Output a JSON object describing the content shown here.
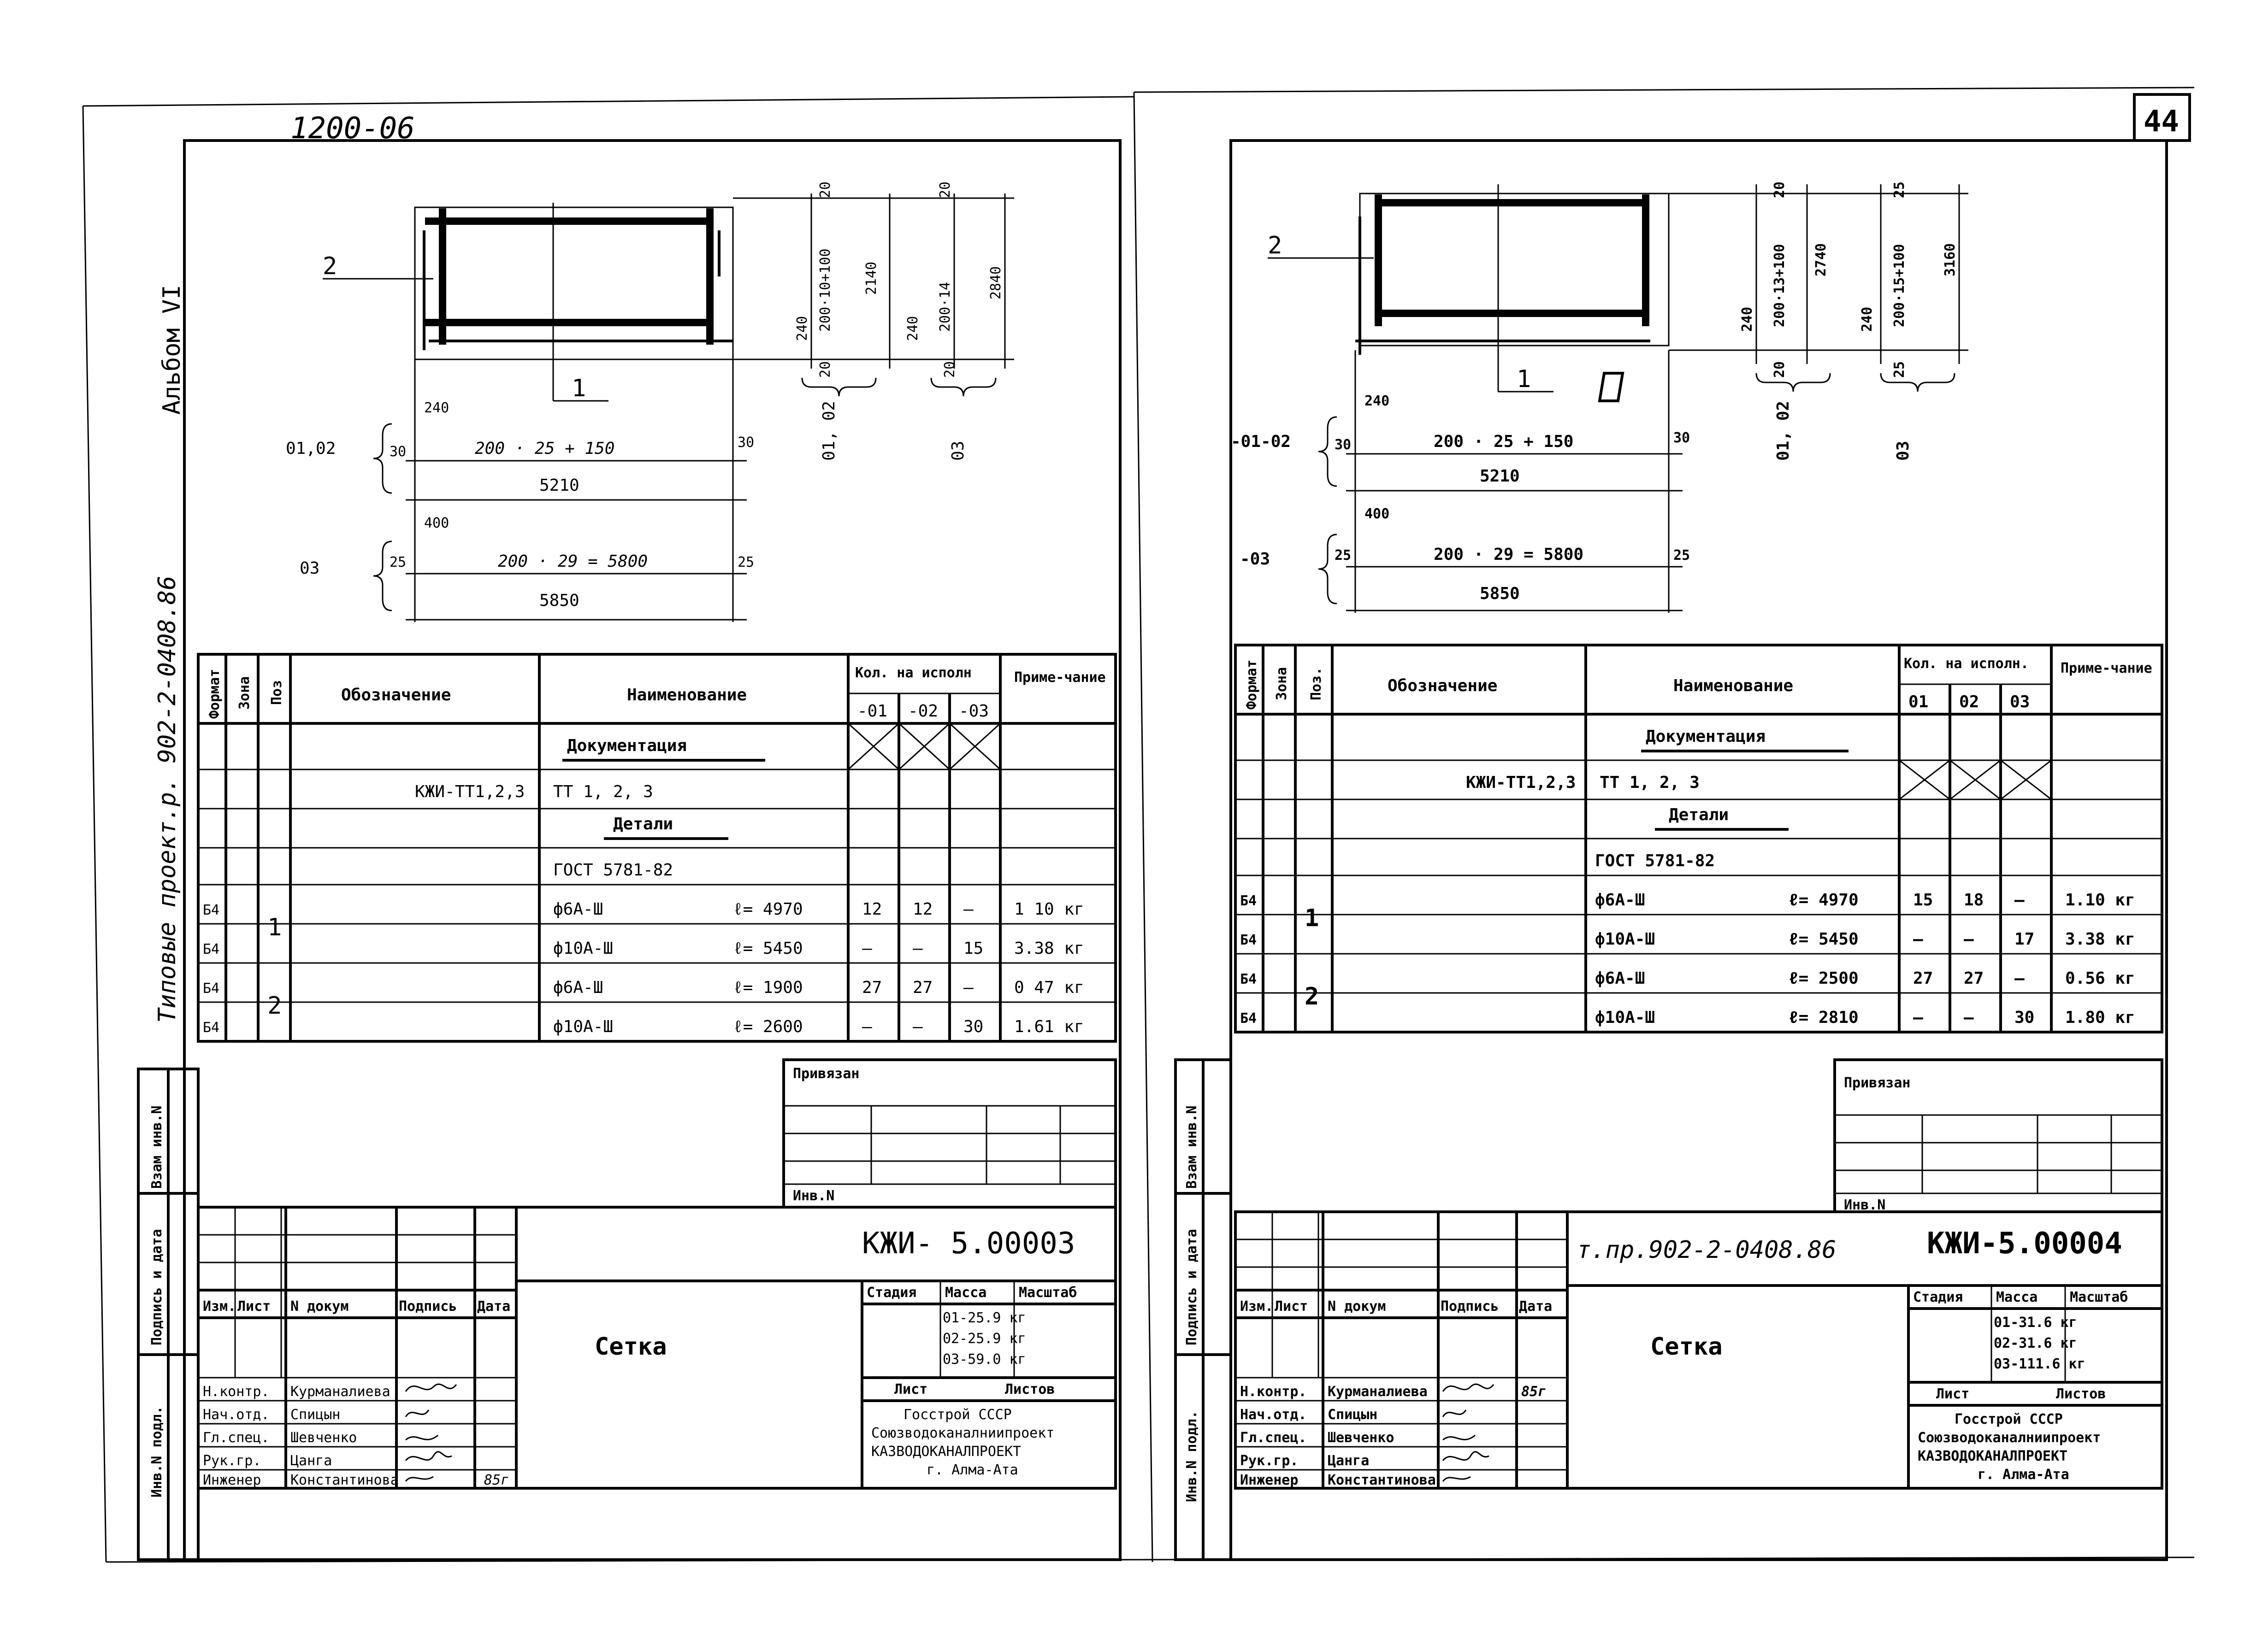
{
  "page_label_top": "1200-06",
  "page_number": "44",
  "left_sheet": {
    "album_label": "Альбом VI",
    "series_label": "Типовые проект.р. 902-2-0408.86",
    "drawing": {
      "pos2": "2",
      "pos1": "1",
      "dim_20a": "20",
      "dim_20b": "20",
      "dim_240a": "240",
      "dim_200_10_100": "200·10+100",
      "dim_2140": "2140",
      "dim_240b": "240",
      "dim_200_14": "200·14",
      "dim_2840": "2840",
      "dim_20c": "20",
      "dim_20d": "20",
      "mark_0102": "01, 02",
      "mark_03": "03",
      "dim_240c": "240",
      "label_0102": "01,02",
      "dim_30a": "30",
      "dim_row1": "200 · 25 + 150",
      "dim_30b": "30",
      "dim_5210": "5210",
      "dim_400": "400",
      "label_03": "03",
      "dim_25a": "25",
      "dim_row2": "200 · 29 = 5800",
      "dim_25b": "25",
      "dim_5850": "5850"
    },
    "spec": {
      "col_format": "Формат",
      "col_zone": "Зона",
      "col_pos": "Поз",
      "col_designation": "Обозначение",
      "col_name": "Наименование",
      "col_qty": "Кол. на исполн",
      "col_note": "Приме-чание",
      "qty_cols": [
        "-01",
        "-02",
        "-03"
      ],
      "heading_docs": "Документация",
      "doc_code": "КЖИ-ТТ1,2,3",
      "doc_name": "ТТ 1, 2, 3",
      "heading_parts": "Детали",
      "gost": "ГОСТ 5781-82",
      "rows": [
        {
          "format": "Б4",
          "pos": "1",
          "name": "ф6А-Ш",
          "len": "ℓ= 4970",
          "q1": "12",
          "q2": "12",
          "q3": "—",
          "note": "1 10 кг"
        },
        {
          "format": "Б4",
          "pos": "",
          "name": "ф10А-Ш",
          "len": "ℓ= 5450",
          "q1": "—",
          "q2": "—",
          "q3": "15",
          "note": "3.38 кг"
        },
        {
          "format": "Б4",
          "pos": "2",
          "name": "ф6А-Ш",
          "len": "ℓ= 1900",
          "q1": "27",
          "q2": "27",
          "q3": "—",
          "note": "0 47 кг"
        },
        {
          "format": "Б4",
          "pos": "",
          "name": "ф10А-Ш",
          "len": "ℓ= 2600",
          "q1": "—",
          "q2": "—",
          "q3": "30",
          "note": "1.61 кг"
        }
      ]
    },
    "bound": {
      "label": "Привязан",
      "inv_label": "Инв.N"
    },
    "side": {
      "inv_vzam": "Взам инв.N",
      "inv_podl_sig": "Подпись и дата",
      "inv_podl": "Инв.N подл."
    },
    "title_block": {
      "code": "КЖИ- 5.00003",
      "title": "Сетка",
      "cols": [
        "Изм.",
        "Лист",
        "N докум",
        "Подпись",
        "Дата"
      ],
      "stage": "Стадия",
      "mass": "Масса",
      "scale": "Масштаб",
      "mass_values": [
        "01-25.9 кг",
        "02-25.9 кг",
        "03-59.0 кг"
      ],
      "sheet": "Лист",
      "sheets": "Листов",
      "org1": "Госстрой СССР",
      "org2": "Союзводоканалниипроект",
      "org3": "КАЗВОДОКАНАЛПРОЕКТ",
      "org4": "г. Алма-Ата",
      "roles": [
        {
          "role": "Н.контр.",
          "name": "Курманалиева"
        },
        {
          "role": "Нач.отд.",
          "name": "Спицын"
        },
        {
          "role": "Гл.спец.",
          "name": "Шевченко"
        },
        {
          "role": "Рук.гр.",
          "name": "Цанга"
        },
        {
          "role": "Инженер",
          "name": "Константинова"
        }
      ],
      "date": "85г"
    }
  },
  "right_sheet": {
    "drawing": {
      "pos2": "2",
      "pos1": "1",
      "dim_20a": "20",
      "dim_25a": "25",
      "dim_240a": "240",
      "dim_200_13_100": "200·13+100",
      "dim_2740": "2740",
      "dim_240b": "240",
      "dim_200_15_100": "200·15+100",
      "dim_3160": "3160",
      "dim_20b": "20",
      "dim_25b": "25",
      "mark_0102": "01, 02",
      "mark_03": "03",
      "dim_240c": "240",
      "label_0102": "-01-02",
      "dim_30a": "30",
      "dim_row1": "200 · 25 + 150",
      "dim_30b": "30",
      "dim_5210": "5210",
      "dim_400": "400",
      "label_03": "-03",
      "dim_25c": "25",
      "dim_row2": "200 · 29 = 5800",
      "dim_25d": "25",
      "dim_5850": "5850"
    },
    "spec": {
      "col_format": "Формат",
      "col_zone": "Зона",
      "col_pos": "Поз.",
      "col_designation": "Обозначение",
      "col_name": "Наименование",
      "col_qty": "Кол. на исполн.",
      "col_note": "Приме-чание",
      "qty_cols": [
        "01",
        "02",
        "03"
      ],
      "heading_docs": "Документация",
      "doc_code": "КЖИ-ТТ1,2,3",
      "doc_name": "ТТ 1, 2, 3",
      "heading_parts": "Детали",
      "gost": "ГОСТ 5781-82",
      "rows": [
        {
          "format": "Б4",
          "pos": "1",
          "name": "ф6А-Ш",
          "len": "ℓ= 4970",
          "q1": "15",
          "q2": "18",
          "q3": "—",
          "note": "1.10 кг"
        },
        {
          "format": "Б4",
          "pos": "",
          "name": "ф10А-Ш",
          "len": "ℓ= 5450",
          "q1": "—",
          "q2": "—",
          "q3": "17",
          "note": "3.38 кг"
        },
        {
          "format": "Б4",
          "pos": "2",
          "name": "ф6А-Ш",
          "len": "ℓ= 2500",
          "q1": "27",
          "q2": "27",
          "q3": "—",
          "note": "0.56 кг"
        },
        {
          "format": "Б4",
          "pos": "",
          "name": "ф10А-Ш",
          "len": "ℓ= 2810",
          "q1": "—",
          "q2": "—",
          "q3": "30",
          "note": "1.80 кг"
        }
      ]
    },
    "bound": {
      "label": "Привязан",
      "inv_label": "Инв.N"
    },
    "side": {
      "inv_vzam": "Взам инв.N",
      "inv_podl_sig": "Подпись и дата",
      "inv_podl": "Инв.N подл."
    },
    "title_block": {
      "project_code": "т.пр.902-2-0408.86",
      "code": "КЖИ-5.00004",
      "title": "Сетка",
      "cols": [
        "Изм.",
        "Лист",
        "N докум",
        "Подпись",
        "Дата"
      ],
      "stage": "Стадия",
      "mass": "Масса",
      "scale": "Масштаб",
      "mass_values": [
        "01-31.6 кг",
        "02-31.6 кг",
        "03-111.6 кг"
      ],
      "sheet": "Лист",
      "sheets": "Листов",
      "org1": "Госстрой СССР",
      "org2": "Союзводоканалниипроект",
      "org3": "КАЗВОДОКАНАЛПРОЕКТ",
      "org4": "г. Алма-Ата",
      "roles": [
        {
          "role": "Н.контр.",
          "name": "Курманалиева"
        },
        {
          "role": "Нач.отд.",
          "name": "Спицын"
        },
        {
          "role": "Гл.спец.",
          "name": "Шевченко"
        },
        {
          "role": "Рук.гр.",
          "name": "Цанга"
        },
        {
          "role": "Инженер",
          "name": "Константинова"
        }
      ],
      "date": "85г"
    }
  }
}
